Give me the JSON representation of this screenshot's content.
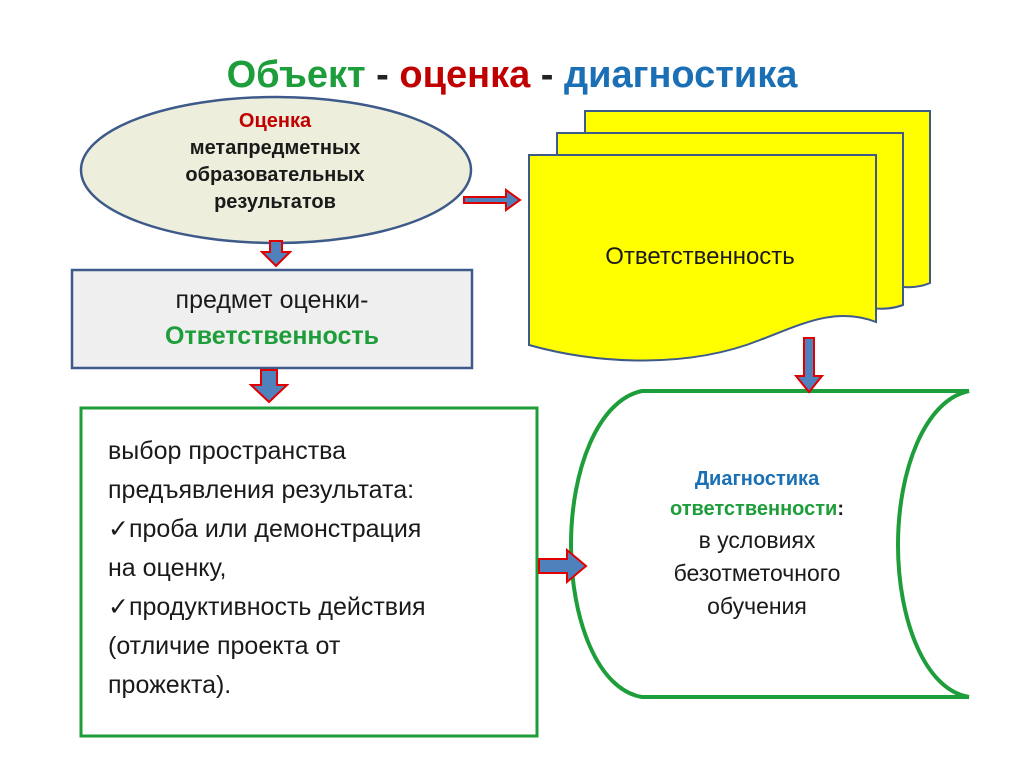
{
  "title": {
    "part1": "Объект",
    "sep1": " - ",
    "part2": "оценка",
    "sep2": " - ",
    "part3": "диагностика"
  },
  "ellipse": {
    "line1": "Оценка",
    "line2": "метапредметных",
    "line3": "образовательных",
    "line4": "результатов"
  },
  "subject_box": {
    "line1": "предмет оценки-",
    "line2": "Ответственность"
  },
  "choice_box": {
    "line1": "выбор пространства",
    "line2": "предъявления результата:",
    "check": "✓",
    "line3": "проба или демонстрация",
    "line4": "на оценку,",
    "line5": "продуктивность действия",
    "line6": "(отличие проекта от",
    "line7": "прожекта)."
  },
  "documents": {
    "label": "Ответственность"
  },
  "scroll": {
    "line1": "Диагностика",
    "line2": "ответственности",
    "colon": ":",
    "line3": "в условиях",
    "line4": "безотметочного",
    "line5": "обучения"
  },
  "colors": {
    "green": "#1e9e3a",
    "red": "#c00000",
    "blue": "#1a6fb5",
    "yellow": "#ffff00",
    "ellipse_fill": "#eeeedc",
    "box_fill": "#efefef",
    "border_blue": "#3d5a8a",
    "arrow_fill": "#4f81bd",
    "arrow_stroke": "#e00000"
  }
}
